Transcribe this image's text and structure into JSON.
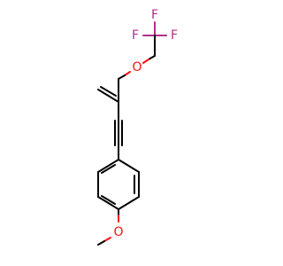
{
  "molecule": {
    "atoms": {
      "fluorine_top": {
        "symbol": "F",
        "color": "#b0308a"
      },
      "fluorine_left": {
        "symbol": "F",
        "color": "#b0308a"
      },
      "fluorine_right": {
        "symbol": "F",
        "color": "#b0308a"
      },
      "ether_oxygen": {
        "symbol": "O",
        "color": "#ff0d0d"
      },
      "methoxy_oxygen": {
        "symbol": "O",
        "color": "#ff0d0d"
      }
    },
    "bond_color": "#000000"
  }
}
